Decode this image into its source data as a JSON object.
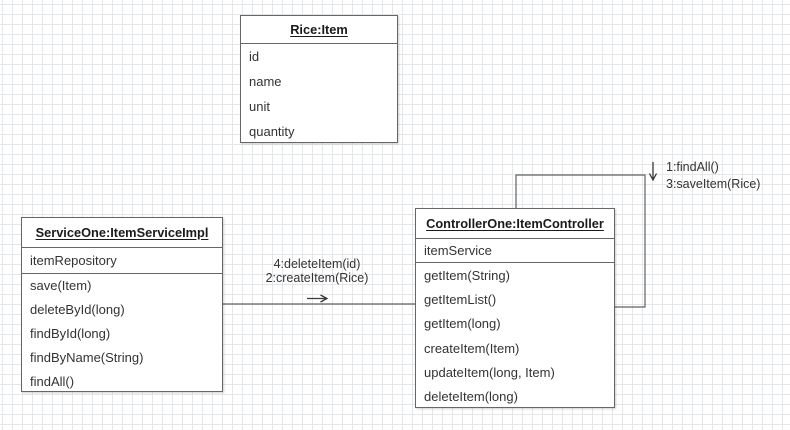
{
  "colors": {
    "box_border": "#666666",
    "wire": "#616161",
    "arrow": "#3a3a3a",
    "text": "#333333",
    "grid": "#e4e7e9",
    "background": "#ffffff"
  },
  "objects": {
    "rice": {
      "title": "Rice:Item",
      "attributes": [
        "id",
        "name",
        "unit",
        "quantity"
      ]
    },
    "service": {
      "title": "ServiceOne:ItemServiceImpl",
      "attributes": [
        "itemRepository"
      ],
      "methods": [
        "save(Item)",
        "deleteById(long)",
        "findById(long)",
        "findByName(String)",
        "findAll()"
      ]
    },
    "controller": {
      "title": "ControllerOne:ItemController",
      "attributes": [
        "itemService"
      ],
      "methods": [
        "getItem(String)",
        "getItemList()",
        "getItem(long)",
        "createItem(Item)",
        "updateItem(long, Item)",
        "deleteItem(long)"
      ]
    }
  },
  "connectors": {
    "service_to_controller": {
      "labels": [
        "4:deleteItem(id)",
        "2:createItem(Rice)"
      ]
    },
    "controller_self_loop": {
      "labels": [
        "1:findAll()",
        "3:saveItem(Rice)"
      ]
    }
  }
}
